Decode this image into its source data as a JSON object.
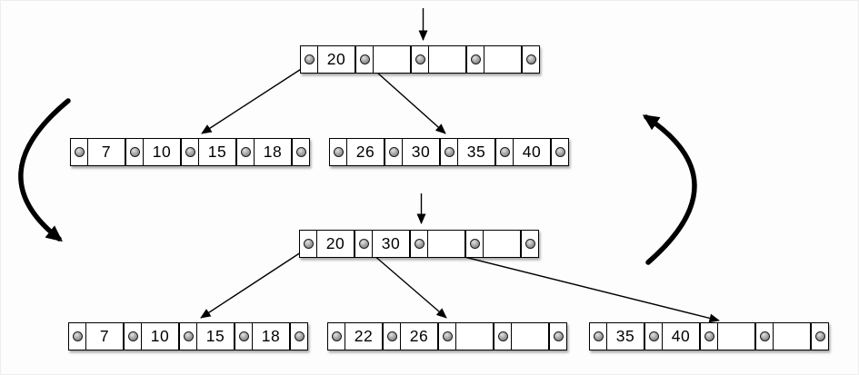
{
  "diagram": {
    "type": "b-tree-insert-split",
    "before": {
      "root": {
        "keys": [
          "20",
          "",
          "",
          ""
        ]
      },
      "children": [
        {
          "keys": [
            "7",
            "10",
            "15",
            "18"
          ]
        },
        {
          "keys": [
            "26",
            "30",
            "35",
            "40"
          ]
        }
      ]
    },
    "after": {
      "root": {
        "keys": [
          "20",
          "30",
          "",
          ""
        ]
      },
      "children": [
        {
          "keys": [
            "7",
            "10",
            "15",
            "18"
          ]
        },
        {
          "keys": [
            "22",
            "26",
            "",
            ""
          ]
        },
        {
          "keys": [
            "35",
            "40",
            "",
            ""
          ]
        }
      ]
    },
    "edges": {
      "before": [
        {
          "from": "root.pointer0",
          "to": "child0"
        },
        {
          "from": "root.pointer1",
          "to": "child1"
        }
      ],
      "after": [
        {
          "from": "root.pointer0",
          "to": "child0"
        },
        {
          "from": "root.pointer1",
          "to": "child1"
        },
        {
          "from": "root.pointer2",
          "to": "child2"
        }
      ]
    },
    "cursors": {
      "before": "points-at-root-pointer-2",
      "after": "points-at-root-pointer-2"
    },
    "cycle_arrows": {
      "left": "before-to-after",
      "right": "after-to-before"
    },
    "icons": {
      "pointer_bullet": "gray-sphere-circle",
      "insertion_cursor": "down-arrow",
      "edge": "thin-arrow",
      "cycle": "thick-curved-arrow"
    },
    "colors": {
      "stroke": "#000000",
      "node_fill": "#ffffff",
      "bullet_fill": "#a9a9a9",
      "background": "#fdfdfd"
    }
  }
}
